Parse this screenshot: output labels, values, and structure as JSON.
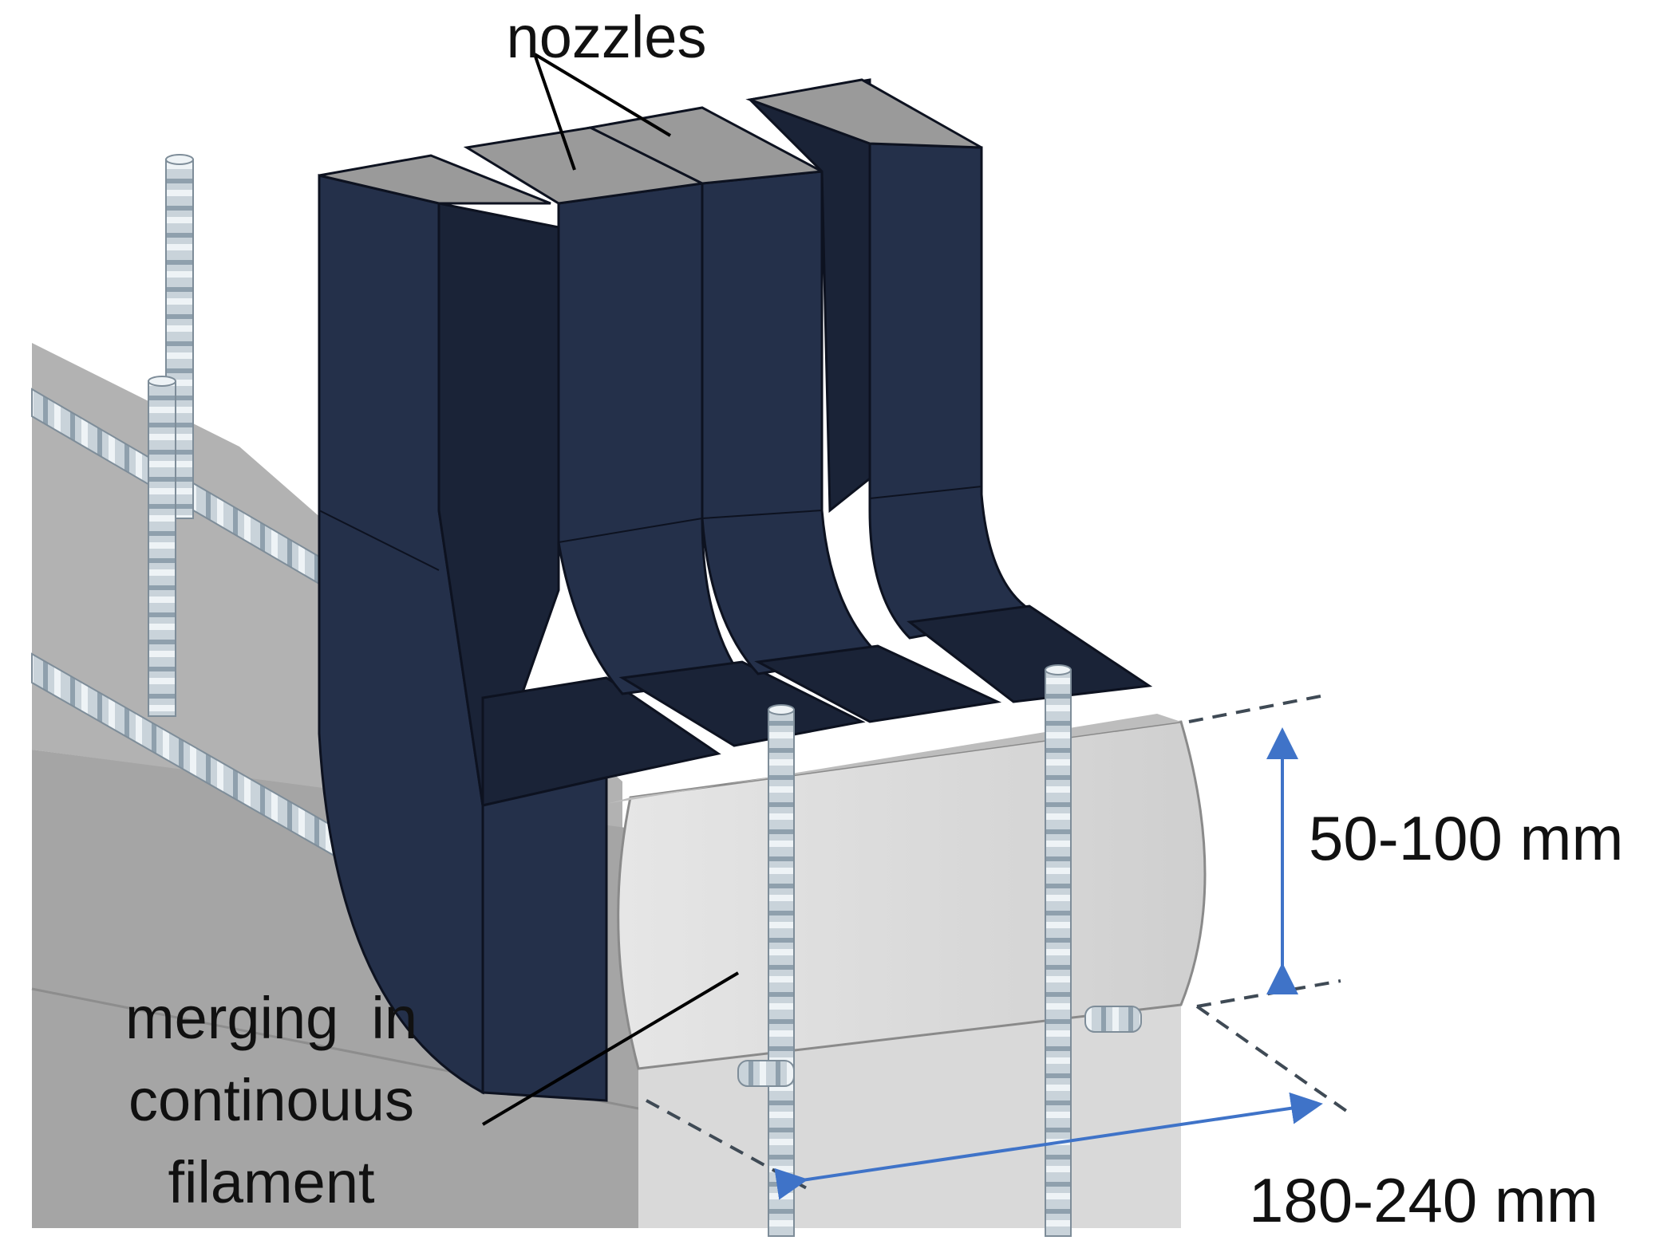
{
  "labels": {
    "nozzles": "nozzles",
    "merging_line1": "merging  in",
    "merging_line2": "continouus",
    "merging_line3": "filament",
    "layer_height": "50-100 mm",
    "layer_width": "180-240 mm"
  },
  "colors": {
    "nozzle_front": "#24304a",
    "nozzle_side": "#1a2337",
    "nozzle_top": "#9a9a9a",
    "concrete_light": "#dcdcdc",
    "concrete_mid": "#b8b8b8",
    "concrete_dark": "#9e9e9e",
    "rebar": "#d2dbe2",
    "dimension_arrow": "#3f73c8",
    "dashed_line": "#3f4a55"
  },
  "icons": {
    "rebar": "rebar-bar-icon",
    "arrow": "double-arrow-icon"
  }
}
